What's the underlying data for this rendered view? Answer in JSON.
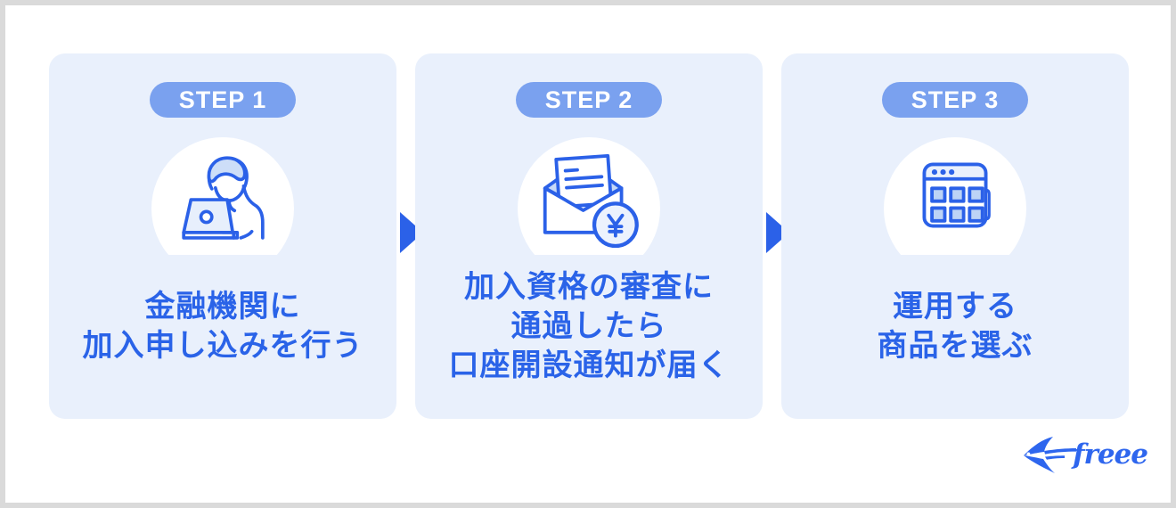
{
  "page": {
    "kind": "three-step infographic",
    "frame_color": "#dadada",
    "background": "#ffffff"
  },
  "colors": {
    "card_bg": "#e9f0fc",
    "badge_bg": "#7aa1ef",
    "badge_text": "#ffffff",
    "heading_text": "#2a63e8",
    "icon_stroke": "#2b61e8",
    "icon_fill_light": "#c7d9f7",
    "arrow": "#2b61e8",
    "logo_blue": "#2e66ee"
  },
  "steps": [
    {
      "badge": "STEP 1",
      "icon": "person-at-laptop-icon",
      "lines": [
        "金融機関に",
        "加入申し込みを行う"
      ]
    },
    {
      "badge": "STEP 2",
      "icon": "envelope-with-yen-coin-icon",
      "lines": [
        "加入資格の審査に",
        "通過したら",
        "口座開設通知が届く"
      ]
    },
    {
      "badge": "STEP 3",
      "icon": "product-grid-window-icon",
      "lines": [
        "運用する",
        "商品を選ぶ"
      ]
    }
  ],
  "flow": {
    "arrow_shape": "right-triangle",
    "arrow_count": 2
  },
  "logo": {
    "brand": "freee",
    "mark": "swallow-icon"
  }
}
